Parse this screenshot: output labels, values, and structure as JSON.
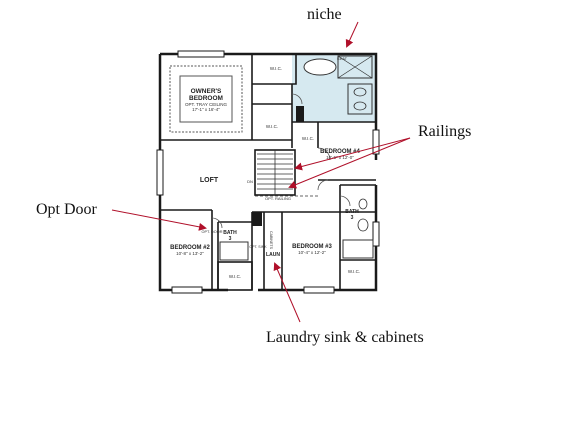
{
  "annotations": {
    "niche": "niche",
    "railings": "Railings",
    "opt_door": "Opt Door",
    "laundry": "Laundry sink & cabinets"
  },
  "rooms": {
    "owners_bedroom": "OWNER'S",
    "owners_bedroom_2": "BEDROOM",
    "owners_ceiling": "OPT. TRAY CEILING",
    "owners_dims": "17'-1\" x 16'-4\"",
    "loft": "LOFT",
    "bedroom2": "BEDROOM #2",
    "bedroom2_dims": "10'-8\" x 13'-2\"",
    "bedroom3": "BEDROOM #3",
    "bedroom3_dims": "10'-4\" x 12'-2\"",
    "bedroom4": "BEDROOM #4",
    "bedroom4_dims": "10'-6\" x 12'-0\"",
    "bath3": "BATH",
    "bath3_num": "3",
    "bath2": "BATH",
    "bath2_num": "3",
    "laun": "LAUN",
    "wic": "W.I.C.",
    "seat": "SEAT",
    "dn": "DN",
    "opt_railing": "OPT. RAILING",
    "opt_door_small": "OPT. DOOR",
    "cabinets": "CABINETS",
    "opt_sink": "OPT. SINK"
  },
  "colors": {
    "arrow": "#b0102a",
    "wall": "#1a1a1a",
    "owners_bath_fill": "#d6e9f0"
  }
}
